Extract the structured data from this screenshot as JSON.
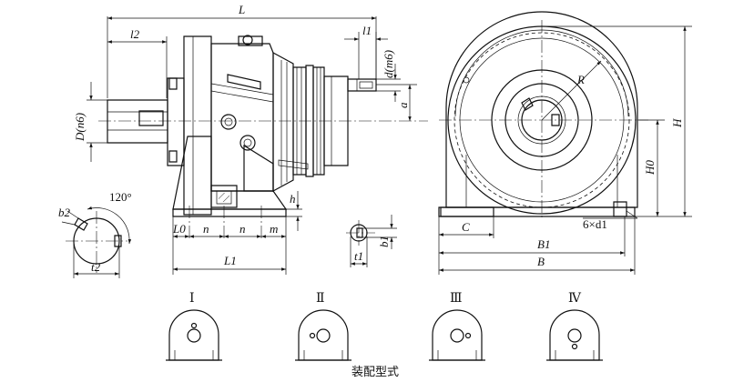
{
  "dimensions": {
    "L": "L",
    "l2": "l2",
    "l1": "l1",
    "d_m6": "d(m6)",
    "a": "a",
    "D_n6": "D(n6)",
    "h": "h",
    "L0": "L0",
    "n": "n",
    "m": "m",
    "L1": "L1",
    "R": "R",
    "H": "H",
    "H0": "H0",
    "C": "C",
    "holes": "6×d1",
    "B1": "B1",
    "B": "B",
    "b1": "b1",
    "t1": "t1",
    "b2": "b2",
    "t2": "t2",
    "angle": "120°"
  },
  "assembly": {
    "types": [
      "Ⅰ",
      "Ⅱ",
      "Ⅲ",
      "Ⅳ"
    ],
    "caption": "装配型式"
  }
}
